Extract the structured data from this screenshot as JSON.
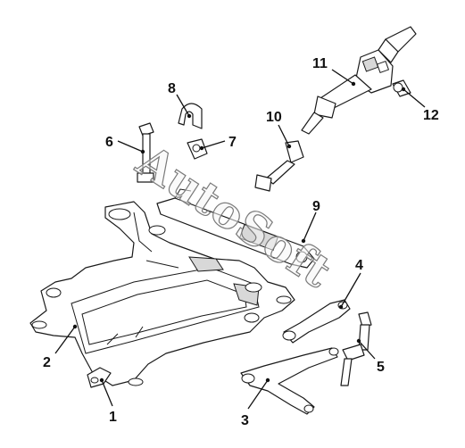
{
  "callouts": [
    {
      "id": "1",
      "label": "1"
    },
    {
      "id": "2",
      "label": "2"
    },
    {
      "id": "3",
      "label": "3"
    },
    {
      "id": "4",
      "label": "4"
    },
    {
      "id": "5",
      "label": "5"
    },
    {
      "id": "6",
      "label": "6"
    },
    {
      "id": "7",
      "label": "7"
    },
    {
      "id": "8",
      "label": "8"
    },
    {
      "id": "9",
      "label": "9"
    },
    {
      "id": "10",
      "label": "10"
    },
    {
      "id": "11",
      "label": "11"
    },
    {
      "id": "12",
      "label": "12"
    }
  ],
  "watermark": {
    "text": "AutoSoft"
  }
}
